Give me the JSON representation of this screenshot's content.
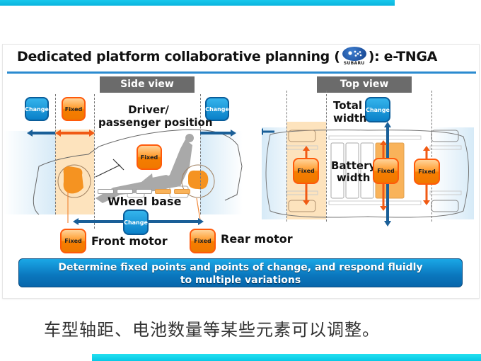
{
  "title": {
    "prefix": "Dedicated platform collaborative planning (",
    "logo_text": "SUBARU",
    "suffix": "): e-TNGA"
  },
  "side_view": {
    "header": "Side view",
    "chips": {
      "left_change": "Change",
      "front_fixed": "Fixed",
      "seat_fixed": "Fixed",
      "right_change": "Change",
      "wheelbase_change": "Change",
      "front_motor_fixed": "Fixed",
      "rear_motor_fixed": "Fixed"
    },
    "labels": {
      "driver_line1": "Driver/",
      "driver_line2": "passenger position",
      "wheel_base": "Wheel base",
      "front_motor": "Front motor",
      "rear_motor": "Rear motor"
    },
    "battery_cells": [
      {
        "state": "empty"
      },
      {
        "state": "empty"
      },
      {
        "state": "empty"
      },
      {
        "state": "filled"
      },
      {
        "state": "filled"
      }
    ]
  },
  "top_view": {
    "header": "Top view",
    "chips": {
      "total_width_change": "Change",
      "front_fixed": "Fixed",
      "battery_fixed": "Fixed",
      "rear_fixed": "Fixed"
    },
    "labels": {
      "total_line1": "Total",
      "total_line2": "width",
      "battery_line1": "Battery",
      "battery_line2": "width"
    }
  },
  "banner": {
    "line1": "Determine fixed points and points of change, and respond fluidly",
    "line2": "to multiple variations"
  },
  "caption": "车型轴距、电池数量等某些元素可以调整。",
  "colors": {
    "accent_cyan": "#0bb4de",
    "change_blue": "#0a80c8",
    "fixed_orange": "#f57e00",
    "arrow_blue": "#1a5f98",
    "arrow_orange": "#f05a14",
    "fixed_zone": "#fde3bd"
  }
}
